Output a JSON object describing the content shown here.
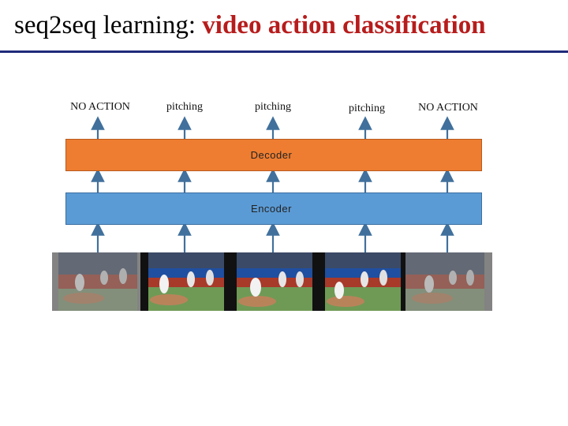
{
  "title": {
    "prefix": "seq2seq learning: ",
    "accent": "video action classification"
  },
  "outputs": [
    "NO ACTION",
    "pitching",
    "pitching",
    "pitching",
    "NO ACTION"
  ],
  "decoder_label": "Decoder",
  "encoder_label": "Encoder",
  "colors": {
    "title_accent": "#b71c1c",
    "title_rule": "#1f2a7a",
    "decoder": "#ee7d31",
    "encoder": "#5b9bd5",
    "arrow": "#41709c"
  },
  "frames": [
    {
      "name": "frame-1",
      "faded": true
    },
    {
      "name": "frame-2",
      "faded": false
    },
    {
      "name": "frame-3",
      "faded": false
    },
    {
      "name": "frame-4",
      "faded": false
    },
    {
      "name": "frame-5",
      "faded": true
    }
  ]
}
